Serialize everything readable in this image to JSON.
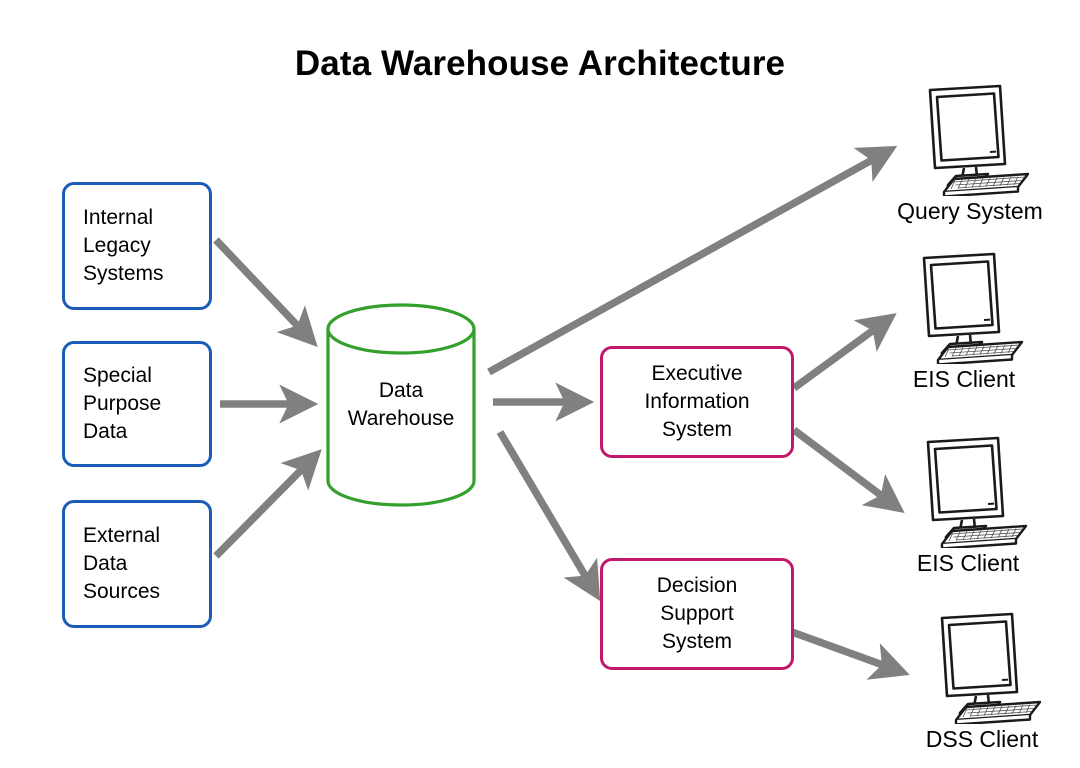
{
  "diagram": {
    "title": "Data Warehouse Architecture",
    "colors": {
      "source_border": "#1a5cb8",
      "system_border": "#c2186a",
      "warehouse_border": "#33a02c",
      "arrow": "#808080",
      "text": "#000000",
      "background": "#ffffff"
    },
    "sources": [
      {
        "id": "internal-legacy-systems",
        "label": "Internal\nLegacy\nSystems"
      },
      {
        "id": "special-purpose-data",
        "label": "Special\nPurpose\nData"
      },
      {
        "id": "external-data-sources",
        "label": "External\nData\nSources"
      }
    ],
    "warehouse": {
      "id": "data-warehouse",
      "label": "Data\nWarehouse"
    },
    "systems": [
      {
        "id": "executive-information-system",
        "label": "Executive\nInformation\nSystem"
      },
      {
        "id": "decision-support-system",
        "label": "Decision\nSupport\nSystem"
      }
    ],
    "clients": [
      {
        "id": "query-system",
        "label": "Query System",
        "icon": "desktop-computer-icon"
      },
      {
        "id": "eis-client-top",
        "label": "EIS Client",
        "icon": "desktop-computer-icon"
      },
      {
        "id": "eis-client-bottom",
        "label": "EIS Client",
        "icon": "desktop-computer-icon"
      },
      {
        "id": "dss-client",
        "label": "DSS Client",
        "icon": "desktop-computer-icon"
      }
    ],
    "flows": [
      {
        "from": "internal-legacy-systems",
        "to": "data-warehouse"
      },
      {
        "from": "special-purpose-data",
        "to": "data-warehouse"
      },
      {
        "from": "external-data-sources",
        "to": "data-warehouse"
      },
      {
        "from": "data-warehouse",
        "to": "query-system"
      },
      {
        "from": "data-warehouse",
        "to": "executive-information-system"
      },
      {
        "from": "data-warehouse",
        "to": "decision-support-system"
      },
      {
        "from": "executive-information-system",
        "to": "eis-client-top"
      },
      {
        "from": "executive-information-system",
        "to": "eis-client-bottom"
      },
      {
        "from": "decision-support-system",
        "to": "dss-client"
      }
    ]
  }
}
